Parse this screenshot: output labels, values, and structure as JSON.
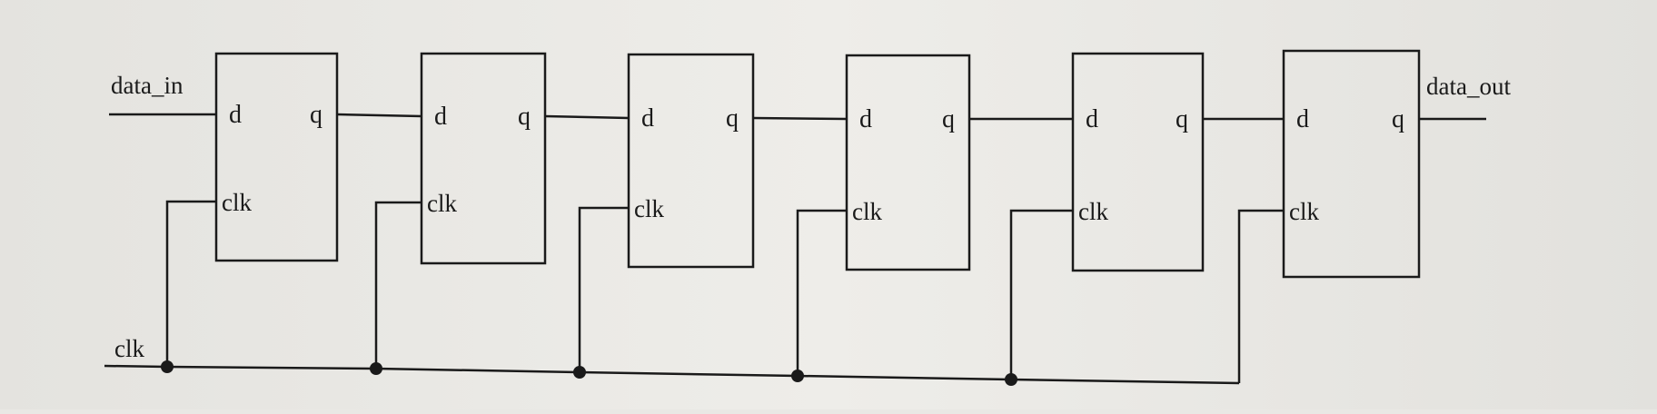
{
  "diagram": {
    "signals": {
      "input": "data_in",
      "output": "data_out",
      "clock": "clk"
    },
    "flip_flop_ports": {
      "data": "d",
      "output": "q",
      "clock": "clk"
    },
    "flip_flop_count": 6,
    "colors": {
      "background": "#e9e8e4",
      "line": "#1a1a1a"
    }
  }
}
